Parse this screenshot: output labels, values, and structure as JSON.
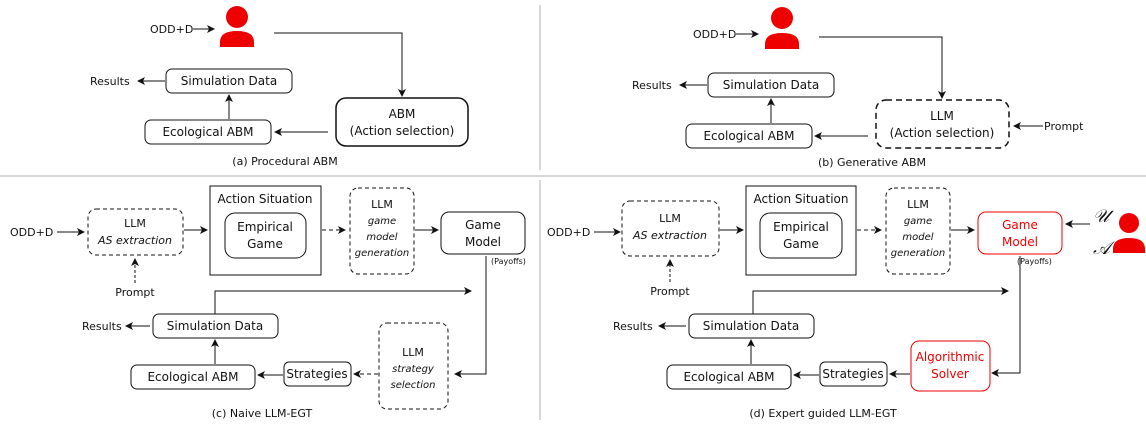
{
  "colors": {
    "accent": "#ee0000",
    "stroke": "#111111",
    "separator": "#cccccc"
  },
  "panel_a": {
    "caption": "(a) Procedural ABM",
    "input": "ODD+D",
    "results": "Results",
    "simulation_data": "Simulation Data",
    "ecological_abm": "Ecological ABM",
    "abm_line1": "ABM",
    "abm_line2": "(Action selection)"
  },
  "panel_b": {
    "caption": "(b) Generative ABM",
    "input": "ODD+D",
    "results": "Results",
    "simulation_data": "Simulation Data",
    "ecological_abm": "Ecological ABM",
    "llm_line1": "LLM",
    "llm_line2": "(Action selection)",
    "prompt": "Prompt"
  },
  "panel_c": {
    "caption": "(c) Naive LLM-EGT",
    "input": "ODD+D",
    "llm": "LLM",
    "as_extraction": "AS extraction",
    "prompt": "Prompt",
    "action_situation": "Action Situation",
    "empirical_game_1": "Empirical",
    "empirical_game_2": "Game",
    "gen_llm": "LLM",
    "gen_1": "game",
    "gen_2": "model",
    "gen_3": "generation",
    "game_model_1": "Game",
    "game_model_2": "Model",
    "payoffs": "(Payoffs)",
    "results": "Results",
    "simulation_data": "Simulation Data",
    "ecological_abm": "Ecological ABM",
    "strategies": "Strategies",
    "sel_llm": "LLM",
    "sel_1": "strategy",
    "sel_2": "selection"
  },
  "panel_d": {
    "caption": "(d) Expert guided LLM-EGT",
    "input": "ODD+D",
    "llm": "LLM",
    "as_extraction": "AS extraction",
    "prompt": "Prompt",
    "action_situation": "Action Situation",
    "empirical_game_1": "Empirical",
    "empirical_game_2": "Game",
    "gen_llm": "LLM",
    "gen_1": "game",
    "gen_2": "model",
    "gen_3": "generation",
    "game_model_1": "Game",
    "game_model_2": "Model",
    "payoffs": "(Payoffs)",
    "math_u": "𝒰",
    "math_a": "𝒜",
    "results": "Results",
    "simulation_data": "Simulation Data",
    "ecological_abm": "Ecological ABM",
    "strategies": "Strategies",
    "solver_1": "Algorithmic",
    "solver_2": "Solver"
  }
}
